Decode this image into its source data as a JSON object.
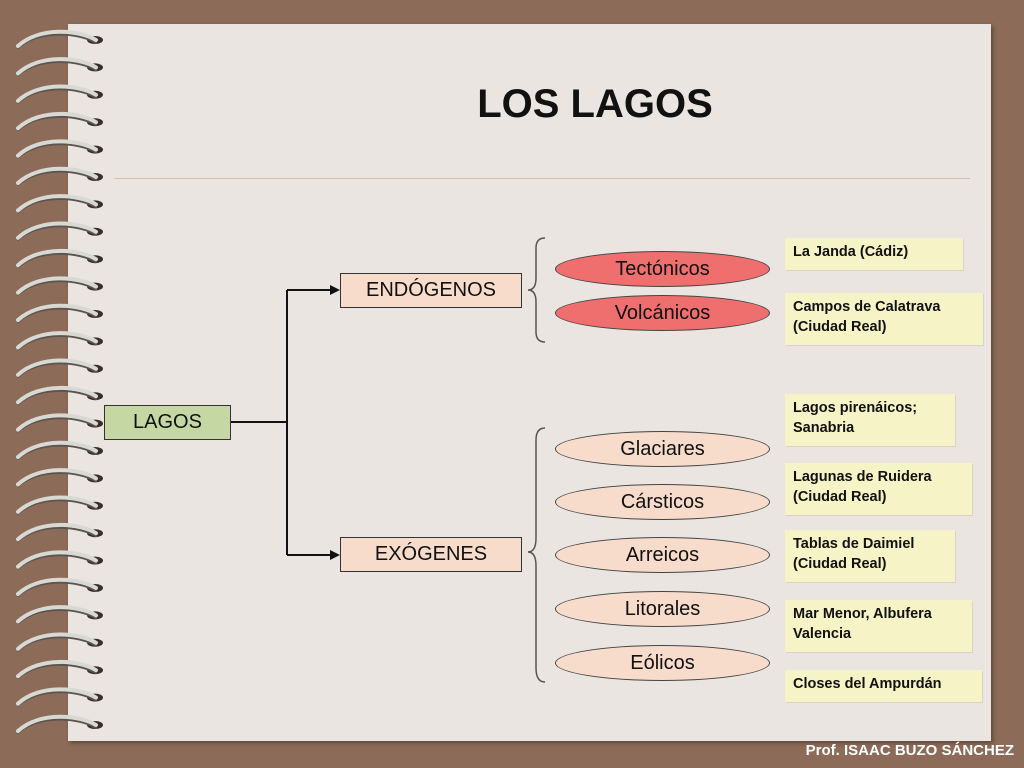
{
  "title": "LOS LAGOS",
  "root": "LAGOS",
  "categories": {
    "endogenos": "ENDÓGENOS",
    "exogenos": "EXÓGENES"
  },
  "endogenos_types": [
    "Tectónicos",
    "Volcánicos"
  ],
  "exogenos_types": [
    "Glaciares",
    "Cársticos",
    "Arreicos",
    "Litorales",
    "Eólicos"
  ],
  "examples": [
    [
      "La Janda (Cádiz)"
    ],
    [
      "Campos de Calatrava",
      "(Ciudad Real)"
    ],
    [
      "Lagos pirenáicos;",
      "Sanabria"
    ],
    [
      "Lagunas de Ruidera",
      "(Ciudad Real)"
    ],
    [
      "Tablas de Daimiel",
      "(Ciudad Real)"
    ],
    [
      "Mar Menor, Albufera",
      "Valencia"
    ],
    [
      "Closes del Ampurdán"
    ]
  ],
  "footer": "Prof. ISAAC BUZO SÁNCHEZ",
  "colors": {
    "background": "#8c6b58",
    "paper": "#ebe5e1",
    "root_fill": "#c5d8a4",
    "category_fill": "#f8dccb",
    "endogenous_type_fill": "#ee6f6d",
    "exogenous_type_fill": "#f8dccb",
    "example_fill": "#f6f3c7"
  }
}
